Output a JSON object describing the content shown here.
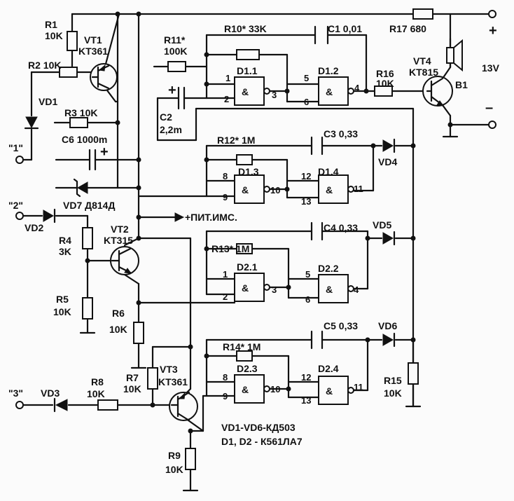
{
  "labels": {
    "r1": "R1",
    "r1_val": "10K",
    "vt1": "VT1",
    "vt1_type": "KT361",
    "r2": "R2 10K",
    "vd1": "VD1",
    "r3": "R3 10K",
    "c6": "C6 1000m",
    "in1": "\"1\"",
    "vd7": "VD7 Д814Д",
    "in2": "\"2\"",
    "vd2": "VD2",
    "r4": "R4",
    "r4_val": "3K",
    "vt2": "VT2",
    "vt2_type": "KT315",
    "r5": "R5",
    "r5_val": "10K",
    "r6": "R6",
    "r6_val": "10K",
    "r7": "R7",
    "r7_val": "10K",
    "vt3": "VT3",
    "vt3_type": "KT361",
    "in3": "\"3\"",
    "vd3": "VD3",
    "r8": "R8",
    "r8_val": "10K",
    "r9": "R9",
    "r9_val": "10K",
    "pit": "+ПИТ.ИМС.",
    "r11": "R11*",
    "r11_val": "100K",
    "c2": "C2",
    "c2_val": "2,2m",
    "r10": "R10* 33K",
    "c1": "C1 0,01",
    "d11": "D1.1",
    "d12": "D1.2",
    "r16": "R16",
    "r16_val": "10K",
    "r17": "R17 680",
    "vt4": "VT4",
    "vt4_type": "KT815",
    "b1": "B1",
    "v13": "13V",
    "plus": "+",
    "minus": "–",
    "r12": "R12* 1M",
    "c3": "C3 0,33",
    "vd4": "VD4",
    "d13": "D1.3",
    "d14": "D1.4",
    "c4": "C4 0,33",
    "vd5": "VD5",
    "r13": "R13* 1M",
    "d21": "D2.1",
    "d22": "D2.2",
    "c5": "C5 0,33",
    "vd6": "VD6",
    "r14": "R14* 1M",
    "d23": "D2.3",
    "d24": "D2.4",
    "r15": "R15",
    "r15_val": "10K",
    "note1": "VD1-VD6-КД503",
    "note2": "D1, D2 - К561ЛА7",
    "amp": "&",
    "pins": {
      "p1": "1",
      "p2": "2",
      "p3": "3",
      "p4": "4",
      "p5": "5",
      "p6": "6",
      "p8": "8",
      "p9": "9",
      "p10": "10",
      "p11": "11",
      "p12": "12",
      "p13": "13"
    },
    "c_plus": "+"
  }
}
